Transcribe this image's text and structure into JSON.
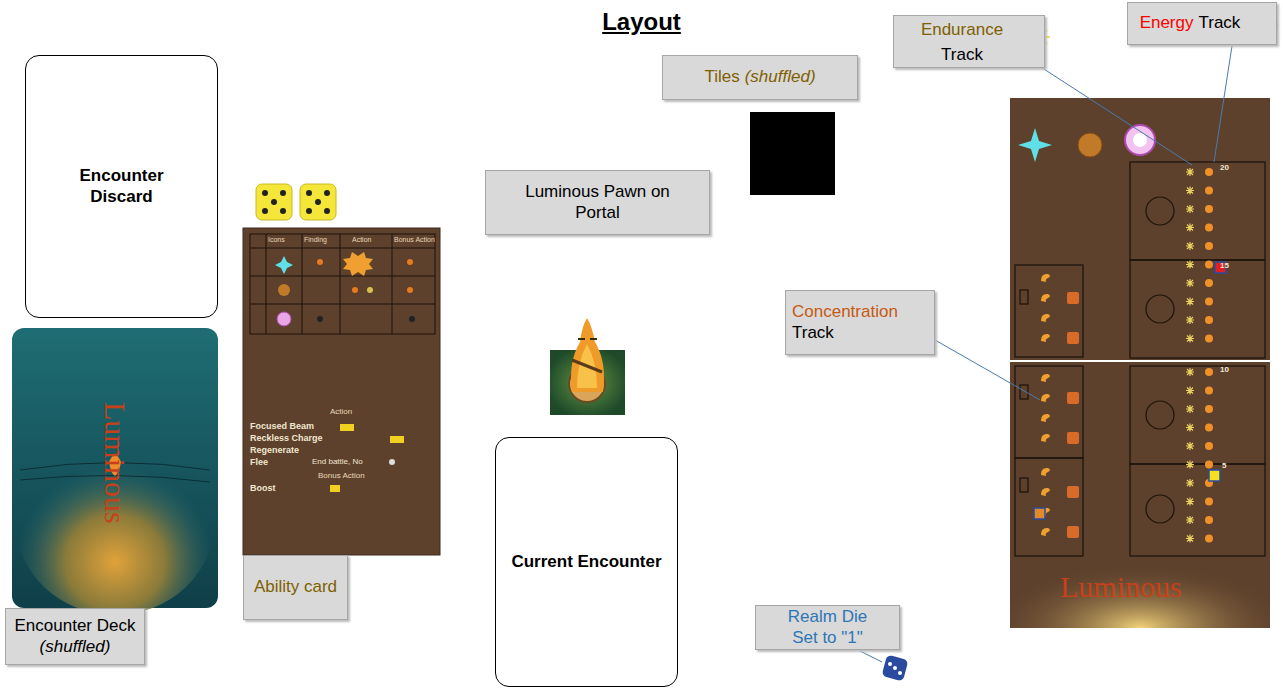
{
  "diagram": {
    "title": "Layout",
    "nodes": [
      {
        "text": [
          "Encounter Discard"
        ]
      },
      {
        "text": [
          "Encounter Deck",
          "(shuffled)"
        ]
      },
      {
        "text": [
          "Ability card"
        ]
      },
      {
        "text": [
          "Tiles",
          "(shuffled)"
        ]
      },
      {
        "text": [
          "Luminous Pawn on Portal"
        ]
      },
      {
        "text": [
          "Current Encounter"
        ]
      },
      {
        "text": [
          "Energy",
          "Track"
        ]
      },
      {
        "text": [
          "Endurance",
          "Track"
        ]
      },
      {
        "text": [
          "Concentration",
          "Track"
        ]
      },
      {
        "text": [
          "Realm Die",
          "Set to \"1\""
        ]
      }
    ],
    "labels": [
      "Icons",
      "Finding",
      "Action",
      "Bonus Action",
      "Action",
      "Focused Beam",
      "Reckless Charge",
      "Regenerate",
      "Flee",
      "End battle, No",
      "Bonus Action",
      "Boost",
      "20",
      "15",
      "10",
      "5",
      "Luminous",
      "Luminous"
    ]
  }
}
